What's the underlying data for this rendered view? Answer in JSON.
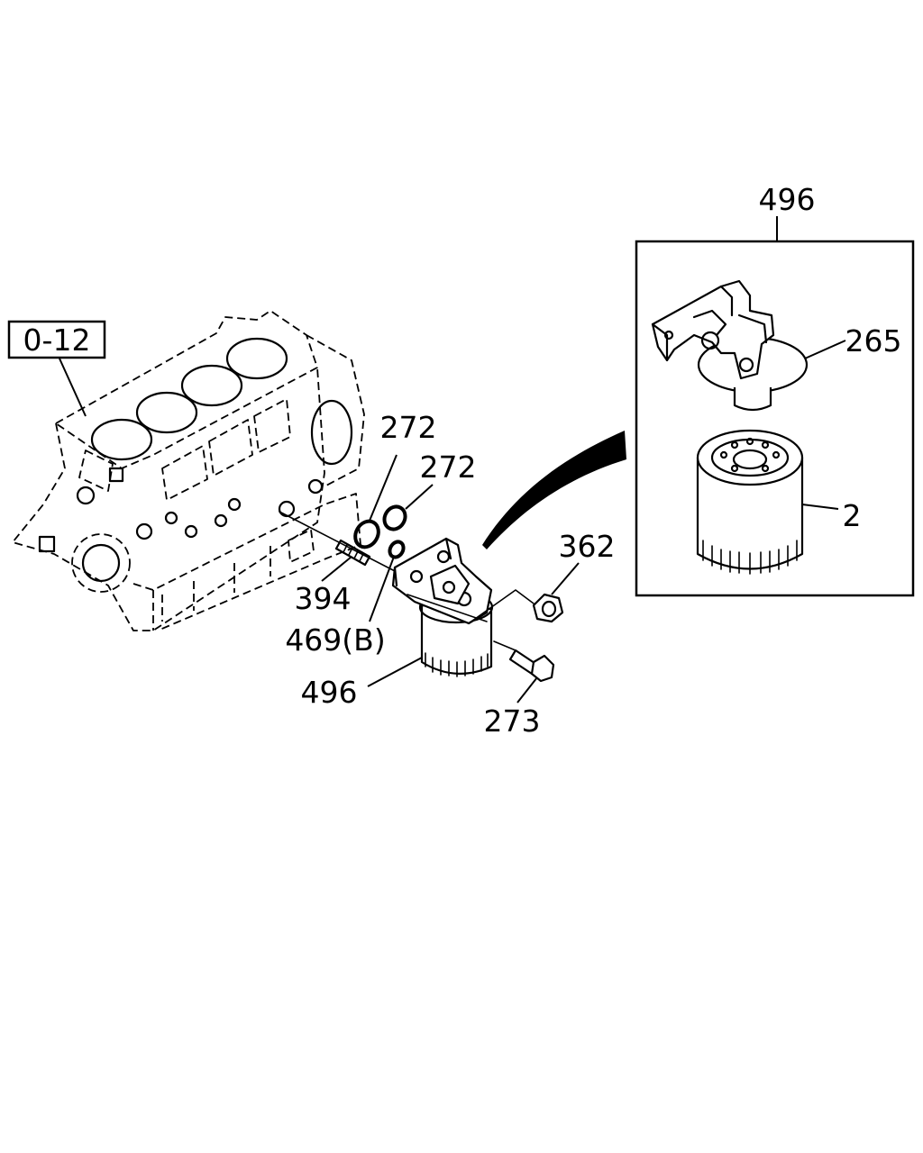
{
  "callouts": {
    "ref_0_12": "0-12",
    "p272_a": "272",
    "p272_b": "272",
    "p394": "394",
    "p469b": "469(B)",
    "p496_main": "496",
    "p273": "273",
    "p362": "362",
    "p496_inset": "496",
    "p265": "265",
    "p2": "2"
  }
}
